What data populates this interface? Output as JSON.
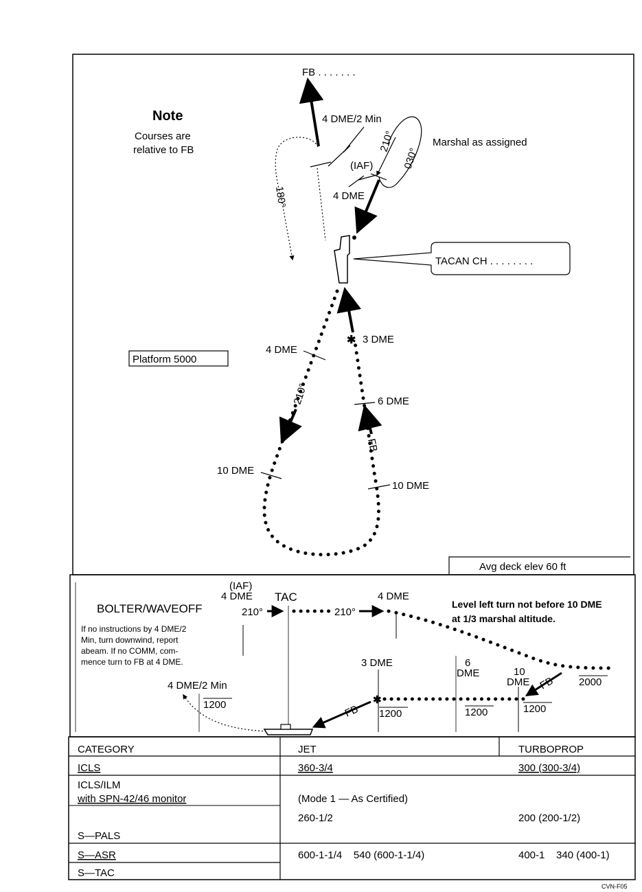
{
  "plan_view": {
    "fb_label": "FB . . . . . . .",
    "note_title": "Note",
    "note_line1": "Courses are",
    "note_line2": "relative to FB",
    "dme4_2min": "4 DME/2 Min",
    "marshal": "Marshal as assigned",
    "iaf": "(IAF)",
    "dme4_iaf": "4 DME",
    "course_210": "210°",
    "course_030": "030°",
    "course_180": "180°",
    "tacan": "TACAN CH . . . . . . . .",
    "platform": "Platform 5000",
    "dme4_left": "4 DME",
    "dme3": "3 DME",
    "course_210_lower": "210°",
    "dme6": "6 DME",
    "fb_course": "FB",
    "dme10_left": "10 DME",
    "dme10_right": "10 DME",
    "deck_elev": "Avg deck elev 60 ft"
  },
  "profile_view": {
    "iaf": "(IAF)",
    "dme4_iaf": "4 DME",
    "tac": "TAC",
    "dme4_upper": "4 DME",
    "bolter": "BOLTER/WAVEOFF",
    "course_210_a": "210°",
    "course_210_b": "210°",
    "level_left_1": "Level left turn not before 10 DME",
    "level_left_2": "at 1/3 marshal altitude.",
    "instr1": "If no instructions by 4 DME/2",
    "instr2": "Min, turn downwind, report",
    "instr3": "abeam. If no COMM, com-",
    "instr4": "mence turn to FB at 4 DME.",
    "dme3": "3 DME",
    "dme6_a": "6",
    "dme6_b": "DME",
    "dme10_a": "10",
    "dme10_b": "DME",
    "fb_upper": "FB",
    "alt_2000": "2000",
    "dme4_2min": "4 DME/2 Min",
    "alt_1200_a": "1200",
    "alt_1200_b": "1200",
    "alt_1200_c": "1200",
    "alt_1200_d": "1200",
    "fb_lower": "FB"
  },
  "minimums_table": {
    "headers": [
      "CATEGORY",
      "JET",
      "TURBOPROP"
    ],
    "icls": {
      "category": "ICLS",
      "jet": "360-3/4",
      "turboprop": "300 (300-3/4)"
    },
    "icls_ilm_1": "ICLS/ILM",
    "icls_ilm_2": "with SPN-42/46 monitor",
    "mode1": "(Mode 1 — As Certified)",
    "spals": {
      "category": "S—PALS",
      "jet": "260-1/2",
      "turboprop": "200 (200-1/2)"
    },
    "sasr": {
      "category": "S—ASR",
      "jet": "600-1-1/4    540 (600-1-1/4)",
      "turboprop": "400-1    340 (400-1)"
    },
    "stac": {
      "category": "S—TAC"
    }
  },
  "footer_code": "CVN-F05"
}
